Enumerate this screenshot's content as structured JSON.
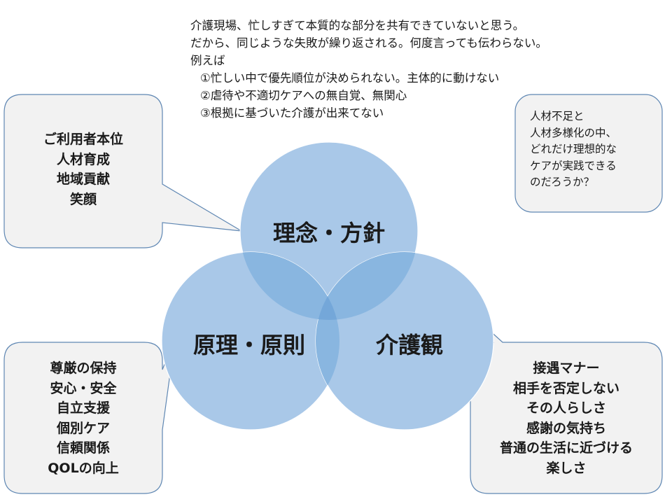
{
  "intro": {
    "lines": [
      "介護現場、忙しすぎて本質的な部分を共有できていないと思う。",
      "だから、同じような失敗が繰り返される。何度言っても伝わらない。",
      "例えば"
    ],
    "examples": [
      "①忙しい中で優先順位が決められない。主体的に動けない",
      "②虐待や不適切ケアへの無自覚、無関心",
      "③根拠に基づいた介護が出来てない"
    ]
  },
  "circles": {
    "top": "理念・方針",
    "left": "原理・原則",
    "right": "介護観"
  },
  "bubbles": {
    "top_left": [
      "ご利用者本位",
      "人材育成",
      "地域貢献",
      "笑顔"
    ],
    "bottom_left": [
      "尊厳の保持",
      "安心・安全",
      "自立支援",
      "個別ケア",
      "信頼関係",
      "QOLの向上"
    ],
    "bottom_right": [
      "接遇マナー",
      "相手を否定しない",
      "その人らしさ",
      "感謝の気持ち",
      "普通の生活に近づける",
      "楽しさ"
    ]
  },
  "note": {
    "lines": [
      "人材不足と",
      "人材多様化の中、",
      "どれだけ理想的な",
      "ケアが実践できる",
      "のだろうか？"
    ]
  },
  "colors": {
    "circle_fill": "#a9c8e8",
    "overlap2": "#89b6e0",
    "overlap3": "#74a7d9",
    "bubble_fill": "#f2f2f2",
    "bubble_stroke": "#5f87b3"
  }
}
